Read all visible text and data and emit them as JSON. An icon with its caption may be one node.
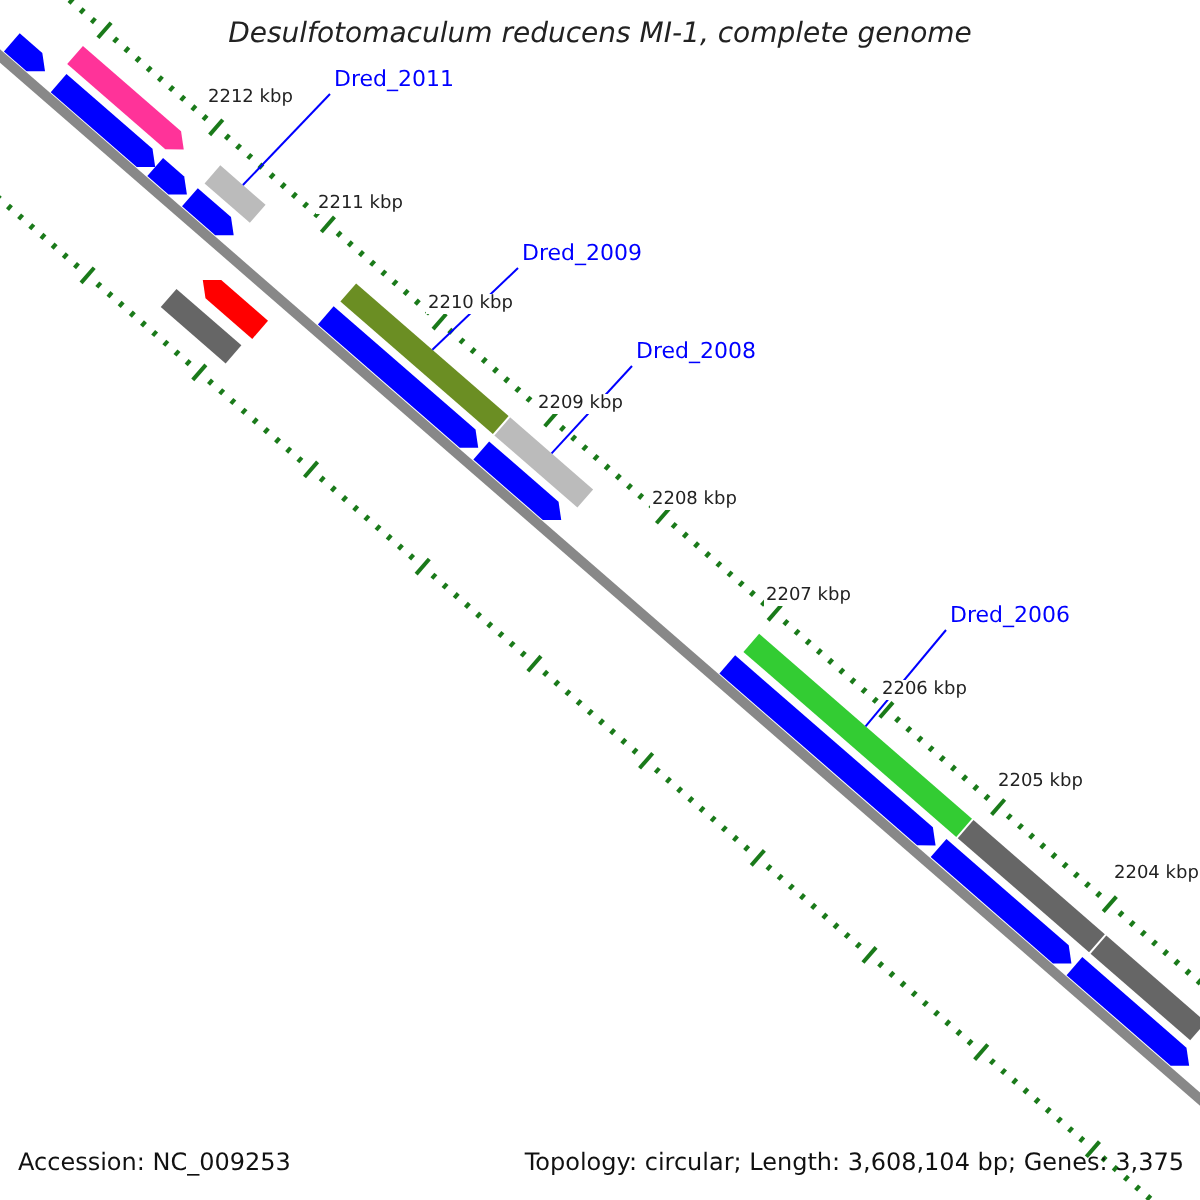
{
  "diagram": {
    "title": "Desulfotomaculum reducens MI-1, complete genome",
    "nodes": [
      {
        "text": [
          "Dred_2011"
        ]
      },
      {
        "text": [],
        "shape": "bar"
      },
      {
        "text": [
          "Dred_2009"
        ]
      },
      {
        "text": [],
        "shape": "bar"
      },
      {
        "text": [
          "Dred_2008"
        ]
      },
      {
        "text": [],
        "shape": "bar"
      },
      {
        "text": [
          "Dred_2006"
        ]
      },
      {
        "text": [],
        "shape": "bar"
      },
      {
        "text": [],
        "shape": "arrow"
      },
      {
        "text": [],
        "shape": "arrow"
      },
      {
        "text": [],
        "shape": "arrow"
      },
      {
        "text": [],
        "shape": "arrow"
      },
      {
        "text": [],
        "shape": "arrow"
      },
      {
        "text": [],
        "shape": "bar"
      },
      {
        "text": [],
        "shape": "arrow"
      },
      {
        "text": [],
        "shape": "arrow"
      },
      {
        "text": [],
        "shape": "arrow"
      },
      {
        "text": [],
        "shape": "arrow"
      },
      {
        "text": [],
        "shape": "arrow"
      },
      {
        "text": [],
        "shape": "bar"
      },
      {
        "text": [],
        "shape": "bar"
      },
      {
        "text": [],
        "shape": "arrow"
      }
    ],
    "edges": [
      {
        "from": 0,
        "to": 1,
        "arrow": "none"
      },
      {
        "from": 2,
        "to": 3,
        "arrow": "none"
      },
      {
        "from": 4,
        "to": 5,
        "arrow": "none"
      },
      {
        "from": 6,
        "to": 7,
        "arrow": "none"
      }
    ],
    "labels": [
      "2212 kbp",
      "2211 kbp",
      "2210 kbp",
      "2209 kbp",
      "2208 kbp",
      "2207 kbp",
      "2206 kbp",
      "2205 kbp",
      "2204 kbp",
      "Accession: NC_009253",
      "Topology: circular; Length: 3,608,104 bp; Genes: 3,375"
    ]
  }
}
